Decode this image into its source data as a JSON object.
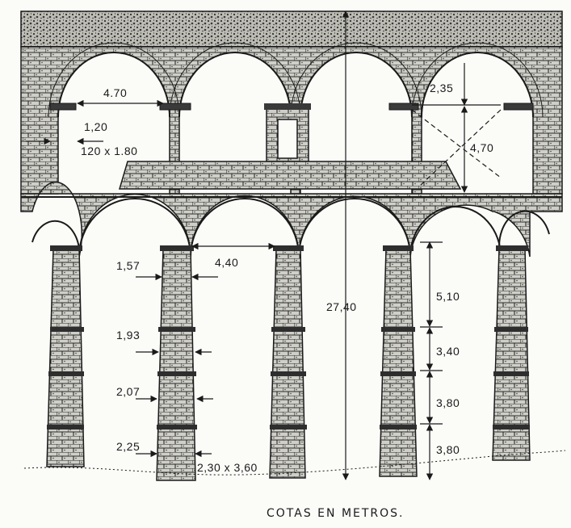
{
  "caption": "COTAS EN METROS.",
  "dimensions": {
    "upper_span": "4.70",
    "upper_pier_width": "1,20",
    "upper_pier_section": "120 x 1.80",
    "upper_arch_rise": "2,35",
    "upper_pier_height": "4,70",
    "lower_span": "4,40",
    "total_height": "27,40",
    "pier_width_1": "1,57",
    "pier_width_2": "1,93",
    "pier_width_3": "2,07",
    "pier_width_4": "2,25",
    "pier_base_section": "2,30 x 3,60",
    "segment_1": "5,10",
    "segment_2": "3,40",
    "segment_3": "3,80",
    "segment_4": "3,80"
  },
  "colors": {
    "ink": "#1a1a1a",
    "stone": "#3a3a3a",
    "paper": "#fbfbf8"
  }
}
